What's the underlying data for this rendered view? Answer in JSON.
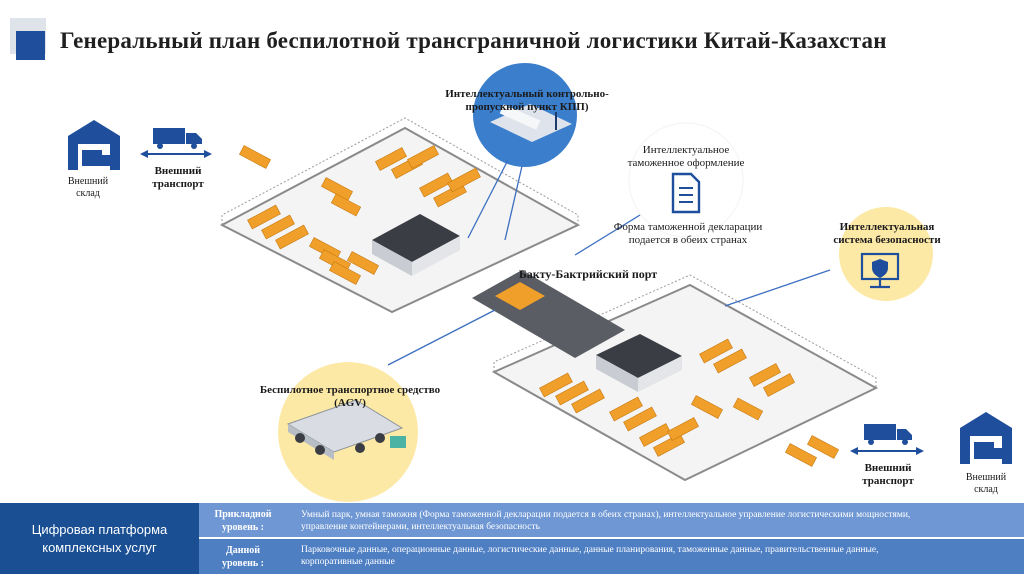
{
  "title": "Генеральный план беспилотной трансграничной логистики Китай-Казахстан",
  "colors": {
    "accent": "#1f4e9c",
    "circle_blue": "#3b7fcc",
    "circle_yellow": "#fde9a6",
    "container": "#f0a02a",
    "platform": "#1a4f93",
    "row_light": "#6e97d3",
    "row_dark": "#4f7fc3"
  },
  "labels": {
    "checkpoint": [
      "Интеллектуальный контрольно-",
      "пропускной пункт КПП)"
    ],
    "customs_title": [
      "Интеллектуальное",
      "таможенное оформление"
    ],
    "customs_desc": [
      "Форма таможенной декларации",
      "подается в обеих странах"
    ],
    "security": [
      "Интеллектуальная",
      "система безопасности"
    ],
    "port": "Бакту-Бактрийский порт",
    "agv": [
      "Беспилотное транспортное средство",
      "(AGV)"
    ],
    "left_warehouse": [
      "Внешний",
      "склад"
    ],
    "left_transport": [
      "Внешний",
      "транспорт"
    ],
    "right_transport": [
      "Внешний",
      "транспорт"
    ],
    "right_warehouse": [
      "Внешний",
      "склад"
    ]
  },
  "icons": [
    "warehouse-icon",
    "truck-icon",
    "document-icon",
    "shield-monitor-icon",
    "double-arrow-icon"
  ],
  "platform": {
    "title": [
      "Цифровая платформа",
      "комплексных услуг"
    ],
    "rows": [
      {
        "label": [
          "Прикладной",
          "уровень :"
        ],
        "text": [
          "Умный парк, умная таможня (Форма таможенной декларации подается в обеих странах), интеллектуальное управление логистическими мощностями,",
          "управление контейнерами, интеллектуальная безопасность"
        ]
      },
      {
        "label": [
          "Данной",
          "уровень :"
        ],
        "text": [
          "Парковочные данные, операционные данные, логистические данные, данные планирования, таможенные данные, правительственные данные,",
          "корпоративные данные"
        ]
      }
    ]
  }
}
